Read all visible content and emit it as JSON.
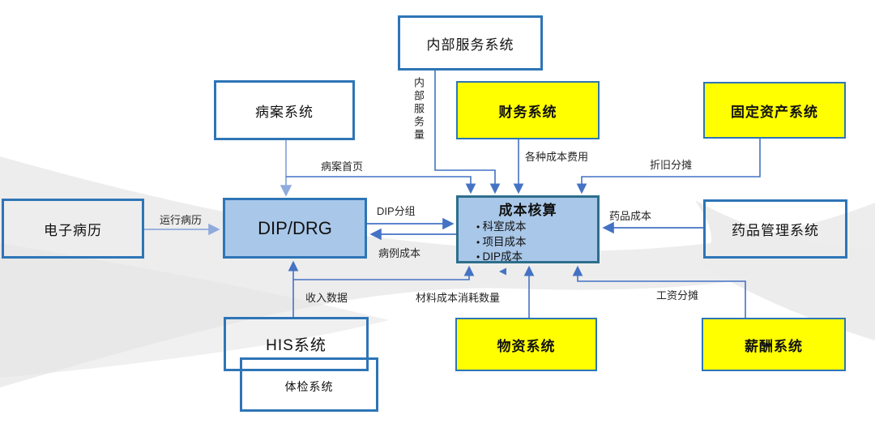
{
  "diagram": {
    "nodes": {
      "internal_service": {
        "label": "内部服务系统"
      },
      "medical_record": {
        "label": "病案系统"
      },
      "finance": {
        "label": "财务系统"
      },
      "fixed_asset": {
        "label": "固定资产系统"
      },
      "emr": {
        "label": "电子病历"
      },
      "dip_drg": {
        "label": "DIP/DRG"
      },
      "cost_accounting": {
        "label": "成本核算",
        "items": [
          "科室成本",
          "项目成本",
          "DIP成本"
        ]
      },
      "drug_mgmt": {
        "label": "药品管理系统"
      },
      "his": {
        "label": "HIS系统"
      },
      "physical_exam": {
        "label": "体检系统"
      },
      "material": {
        "label": "物资系统"
      },
      "payroll": {
        "label": "薪酬系统"
      }
    },
    "edges": {
      "run_record": {
        "label": "运行病历"
      },
      "record_front": {
        "label": "病案首页"
      },
      "internal_volume": {
        "label": "内部服务量"
      },
      "cost_expense": {
        "label": "各种成本费用"
      },
      "depreciation": {
        "label": "折旧分摊"
      },
      "dip_group": {
        "label": "DIP分组"
      },
      "case_cost": {
        "label": "病例成本"
      },
      "drug_cost": {
        "label": "药品成本"
      },
      "revenue_data": {
        "label": "收入数据"
      },
      "material_cost": {
        "label": "材料成本消耗数量"
      },
      "salary_share": {
        "label": "工资分摊"
      }
    },
    "colors": {
      "line": "#4472C4",
      "line_light": "#8FAADC",
      "box_border": "#2E75B6",
      "cost_border": "#2E6E8C",
      "fill_blue": "#A9C7E8",
      "fill_yellow": "#FFFF00",
      "swoosh_gray": "#ECECEC"
    }
  }
}
